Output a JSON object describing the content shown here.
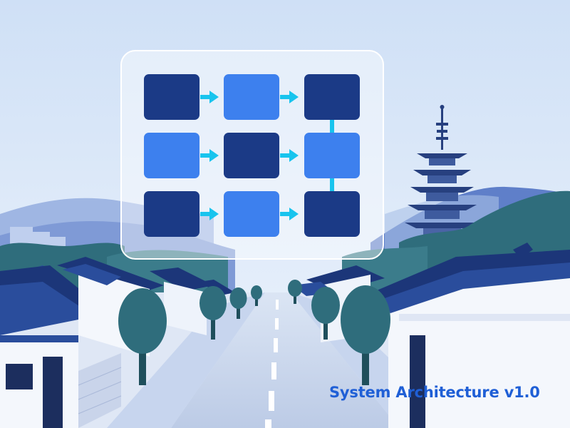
{
  "caption": "System Architecture v1.0",
  "colors": {
    "sky_top": "#cfe0f6",
    "sky_bottom": "#eef4fc",
    "navy": "#1b3a86",
    "bright_blue": "#3d80ee",
    "arrow_cyan": "#18c4ee",
    "tree_teal": "#2f6d7c",
    "road": "#c5d3ea",
    "wall": "#f4f7fc"
  },
  "icons": [
    "pagoda-icon",
    "tree-icon",
    "house-icon",
    "flow-diagram-icon"
  ],
  "diagram": {
    "grid": [
      [
        "navy",
        "bright",
        "navy"
      ],
      [
        "bright",
        "navy",
        "bright"
      ],
      [
        "navy",
        "bright",
        "navy"
      ]
    ]
  }
}
